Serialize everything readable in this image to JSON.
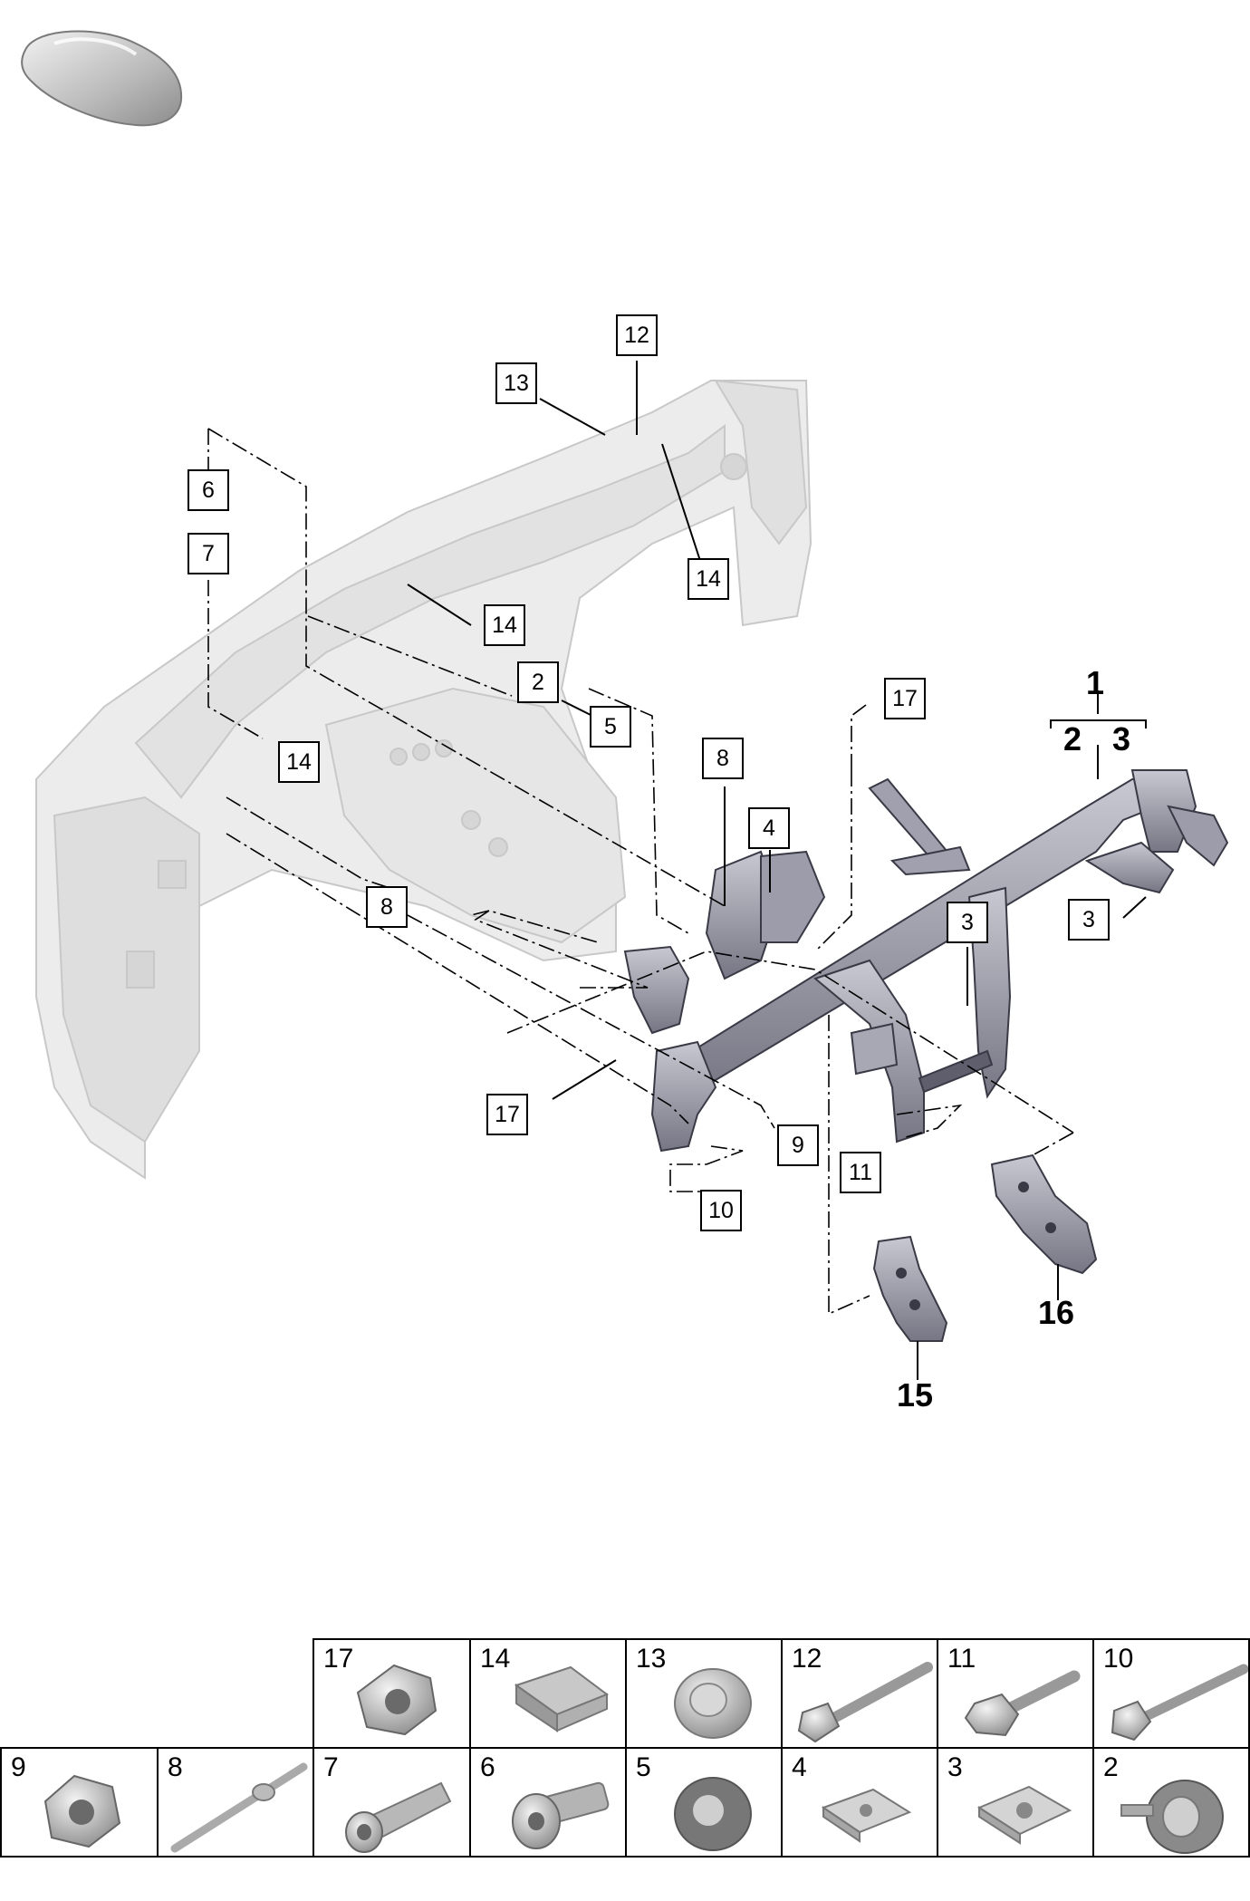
{
  "callouts": {
    "c12": "12",
    "c13": "13",
    "c6": "6",
    "c7": "7",
    "c14a": "14",
    "c14b": "14",
    "c14c": "14",
    "c2": "2",
    "c5": "5",
    "c17a": "17",
    "c8a": "8",
    "c4": "4",
    "c3a": "3",
    "c3b": "3",
    "c8b": "8",
    "c17b": "17",
    "c9": "9",
    "c11": "11",
    "c10": "10"
  },
  "bold_labels": {
    "l1": "1",
    "l2": "2",
    "l3": "3",
    "l15": "15",
    "l16": "16"
  },
  "legend": {
    "row1": [
      "17",
      "14",
      "13",
      "12",
      "11",
      "10"
    ],
    "row2": [
      "9",
      "8",
      "7",
      "6",
      "5",
      "4",
      "3",
      "2"
    ]
  },
  "colors": {
    "body_fill": "#ececec",
    "body_stroke": "#c8c8c8",
    "part_fill": "#8c8c9a",
    "part_stroke": "#3a3a46",
    "line": "#000000"
  }
}
